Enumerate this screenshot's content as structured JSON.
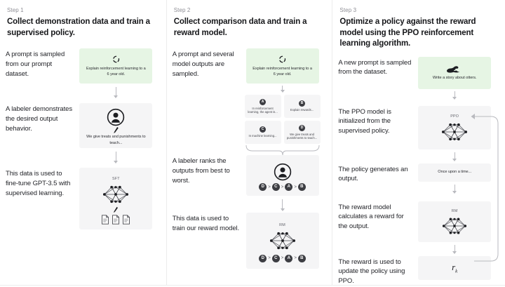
{
  "diagram": {
    "title": "Reinforcement Learning from Human Feedback - three step training diagram",
    "accent_green": "#e6f5e4",
    "accent_grey": "#f5f5f6",
    "text_color": "#202123",
    "muted_color": "#8e8e95"
  },
  "steps": [
    {
      "label": "Step 1",
      "title": "Collect demonstration data and train a supervised policy.",
      "rows": [
        {
          "caption": "A prompt is sampled from our prompt dataset.",
          "box": {
            "kind": "prompt",
            "icon": "recycle-icon",
            "text": "Explain reinforcement learning to a 6 year old."
          }
        },
        {
          "caption": "A labeler demonstrates the desired output behavior.",
          "box": {
            "kind": "labeler",
            "icon": "person-icon",
            "pen": "pencil-icon",
            "text": "We give treats and punishments to teach..."
          }
        },
        {
          "caption": "This data is used to fine-tune GPT-3.5 with supervised learning.",
          "box": {
            "kind": "model",
            "model_label": "SFT",
            "pen": "pencil-icon",
            "docs": 3
          }
        }
      ]
    },
    {
      "label": "Step 2",
      "title": "Collect comparison data and train a reward model.",
      "rows": [
        {
          "caption": "A prompt and several model outputs are sampled.",
          "box": {
            "kind": "prompt",
            "icon": "recycle-icon",
            "text": "Explain reinforcement learning to a 6 year old."
          },
          "outputs": [
            {
              "badge": "A",
              "text": "In reinforcement learning, the agent is..."
            },
            {
              "badge": "B",
              "text": "Explain rewards..."
            },
            {
              "badge": "C",
              "text": "In machine learning..."
            },
            {
              "badge": "D",
              "text": "We give treats and punishments to teach..."
            }
          ]
        },
        {
          "caption": "A labeler ranks the outputs from best to worst.",
          "box": {
            "kind": "labeler-rank",
            "icon": "person-icon"
          },
          "ranking": [
            "D",
            "C",
            "A",
            "B"
          ],
          "separator": ">"
        },
        {
          "caption": "This data is used to train our reward model.",
          "box": {
            "kind": "model-rank",
            "model_label": "RM"
          },
          "ranking": [
            "D",
            "C",
            "A",
            "B"
          ],
          "separator": ">"
        }
      ]
    },
    {
      "label": "Step 3",
      "title": "Optimize a policy against the reward model using the PPO reinforcement learning algorithm.",
      "rows": [
        {
          "caption": "A new prompt is sampled from the dataset.",
          "box": {
            "kind": "prompt",
            "icon": "otter-icon",
            "text": "Write a story about otters."
          }
        },
        {
          "caption": "The PPO model is initialized from the supervised policy.",
          "box": {
            "kind": "model",
            "model_label": "PPO"
          }
        },
        {
          "caption": "The policy generates an output.",
          "box": {
            "kind": "text",
            "text": "Once upon a time..."
          }
        },
        {
          "caption": "The reward model calculates a reward for the output.",
          "box": {
            "kind": "model",
            "model_label": "RM"
          }
        },
        {
          "caption": "The reward is used to update the policy using PPO.",
          "box": {
            "kind": "reward",
            "symbol": "r",
            "subscript": "k"
          }
        }
      ]
    }
  ]
}
